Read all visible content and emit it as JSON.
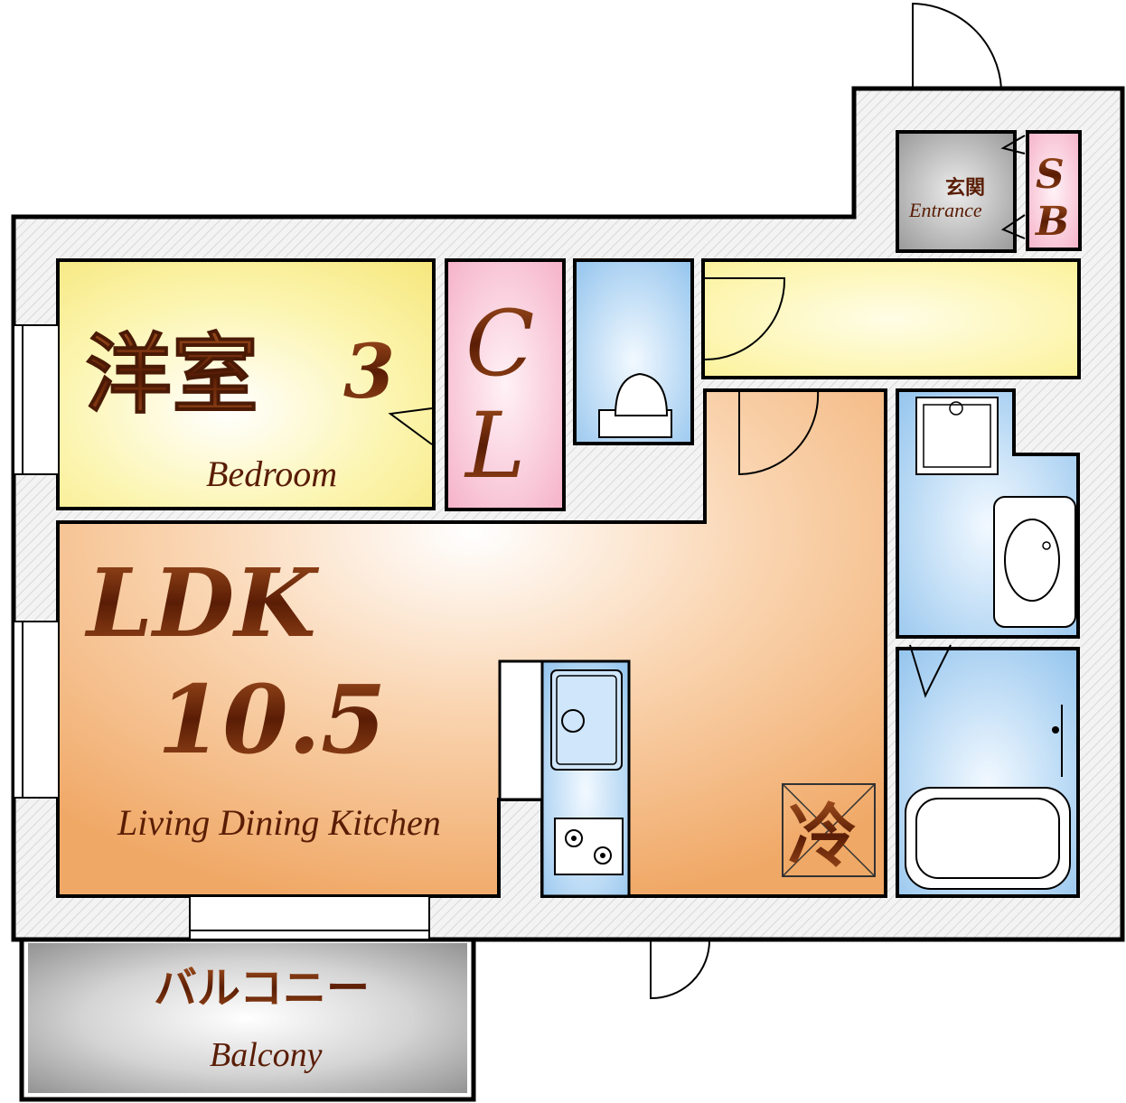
{
  "floor_plan": {
    "bedroom": {
      "name_jp": "洋室",
      "size": "3",
      "name_en": "Bedroom"
    },
    "closet": {
      "line1": "C",
      "line2": "L"
    },
    "ldk": {
      "name": "LDK",
      "size": "10.5",
      "name_en": "Living Dining Kitchen"
    },
    "entrance": {
      "name_jp": "玄関",
      "name_en": "Entrance"
    },
    "shoe_box": {
      "line1": "S",
      "line2": "B"
    },
    "refrigerator": {
      "label": "冷"
    },
    "balcony": {
      "name_jp": "バルコニー",
      "name_en": "Balcony"
    }
  },
  "colors": {
    "wall": "#000000",
    "wall_fill": "#eeeeee",
    "bedroom": "#fbf39b",
    "hallway": "#fdf79d",
    "closet": "#f6b6cc",
    "ldk": "#f2b27a",
    "wet_rooms": "#9dc9ef",
    "entrance": "#a6a6a6",
    "balcony": "#9a9a9a",
    "label_text": "#6b2a0c"
  }
}
